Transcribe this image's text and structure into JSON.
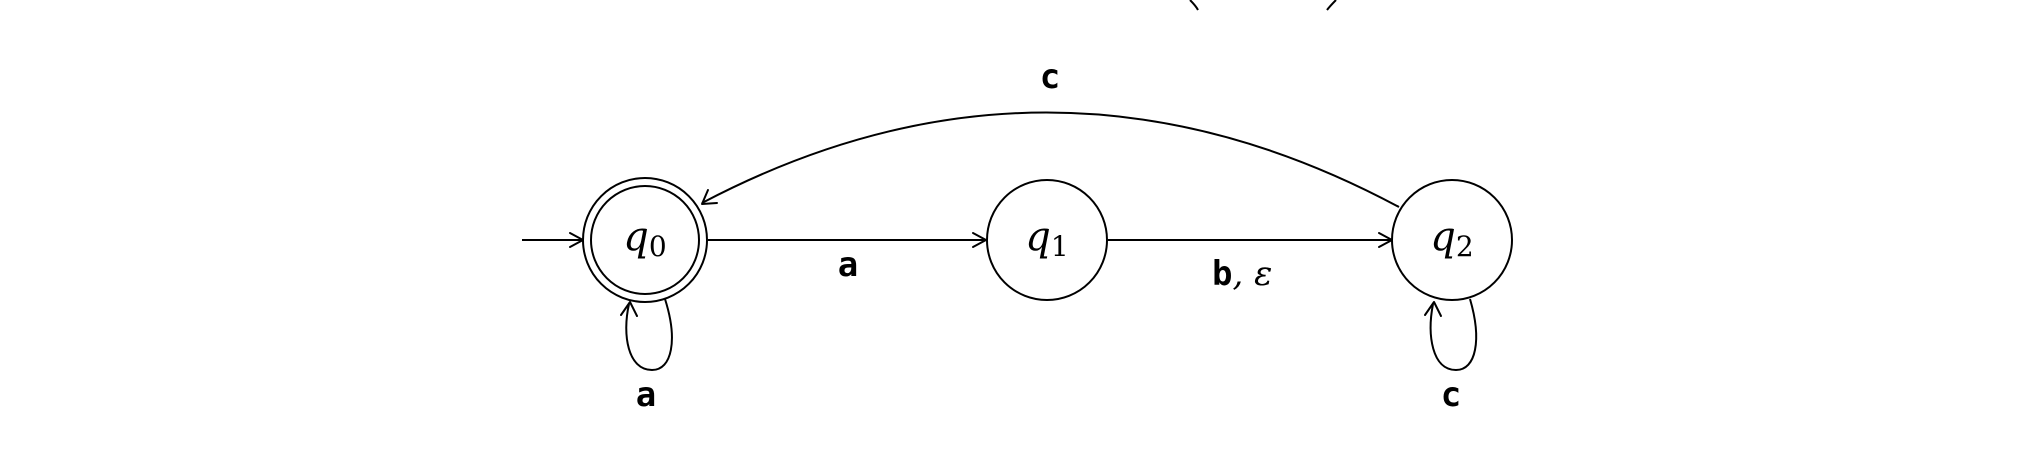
{
  "automaton": {
    "states": [
      {
        "id": "q0",
        "name": "q",
        "sub": "0",
        "accepting": true,
        "initial": true
      },
      {
        "id": "q1",
        "name": "q",
        "sub": "1",
        "accepting": false,
        "initial": false
      },
      {
        "id": "q2",
        "name": "q",
        "sub": "2",
        "accepting": false,
        "initial": false
      }
    ],
    "transitions": {
      "q0_q1": {
        "from": "q0",
        "to": "q1",
        "label": "a"
      },
      "q1_q2": {
        "from": "q1",
        "to": "q2",
        "label": "b",
        "label_extra": ", ε"
      },
      "q2_q0": {
        "from": "q2",
        "to": "q0",
        "label": "c"
      },
      "q0_loop": {
        "from": "q0",
        "to": "q0",
        "label": "a"
      },
      "q2_loop": {
        "from": "q2",
        "to": "q2",
        "label": "c"
      }
    }
  }
}
